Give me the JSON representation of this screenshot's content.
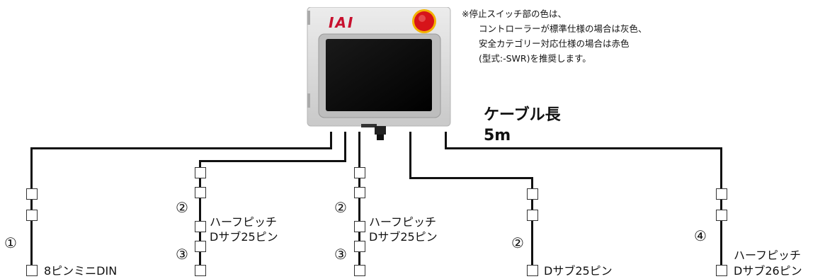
{
  "device": {
    "brand": "IAI",
    "colors": {
      "body": "#d9d9d9",
      "screen": "#0a0a0a",
      "brand": "#c8102e",
      "stop_button": "#d7141a",
      "stop_ring": "#f3b200"
    }
  },
  "note": {
    "lines": [
      "※停止スイッチ部の色は、",
      "コントローラーが標準仕様の場合は灰色、",
      "安全カテゴリー対応仕様の場合は赤色",
      "(型式:-SWR)を推奨します。"
    ]
  },
  "cable": {
    "title": "ケーブル長",
    "length": "5m"
  },
  "branches": [
    {
      "marker": "①",
      "connector": "8ピンミニDIN"
    },
    {
      "marker_top": "②",
      "label_top": [
        "ハーフピッチ",
        "Dサブ25ピン"
      ],
      "marker_bottom": "③"
    },
    {
      "marker_top": "②",
      "label_top": [
        "ハーフピッチ",
        "Dサブ25ピン"
      ],
      "marker_bottom": "③"
    },
    {
      "marker": "②",
      "connector": "Dサブ25ピン"
    },
    {
      "marker": "④",
      "label": [
        "ハーフピッチ",
        "Dサブ26ピン"
      ]
    }
  ]
}
